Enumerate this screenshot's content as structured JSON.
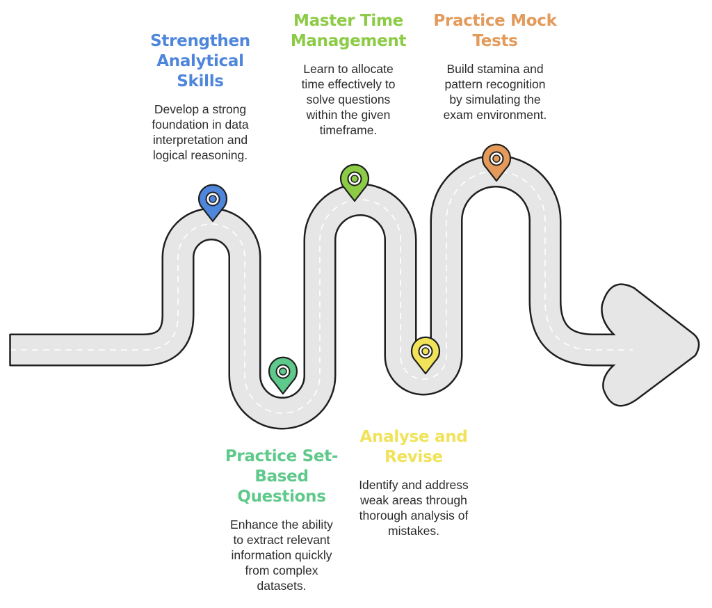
{
  "colors": {
    "road_fill": "#e6e6e6",
    "road_stroke": "#1f1f1f",
    "road_dash": "#ffffff",
    "blue": "#4e86dc",
    "green": "#5ec98a",
    "lime": "#8ccb45",
    "yellow": "#f0e35a",
    "orange": "#e39a5a"
  },
  "milestones": [
    {
      "id": "strengthen",
      "title": "Strengthen\nAnalytical\nSkills",
      "description": "Develop a strong\nfoundation in data\ninterpretation and\nlogical reasoning.",
      "color": "#4e86dc",
      "icon": "map-pin-icon"
    },
    {
      "id": "set-based",
      "title": "Practice Set-\nBased\nQuestions",
      "description": "Enhance the ability\nto extract relevant\ninformation quickly\nfrom complex\ndatasets.",
      "color": "#5ec98a",
      "icon": "map-pin-icon"
    },
    {
      "id": "time",
      "title": "Master Time\nManagement",
      "description": "Learn to allocate\ntime effectively to\nsolve questions\nwithin the given\ntimeframe.",
      "color": "#8ccb45",
      "icon": "map-pin-icon"
    },
    {
      "id": "analyse",
      "title": "Analyse and\nRevise",
      "description": "Identify and address\nweak areas through\nthorough analysis of\nmistakes.",
      "color": "#f0e35a",
      "icon": "map-pin-icon"
    },
    {
      "id": "mock",
      "title": "Practice Mock\nTests",
      "description": "Build stamina and\npattern recognition\nby simulating the\nexam environment.",
      "color": "#e39a5a",
      "icon": "map-pin-icon"
    }
  ]
}
